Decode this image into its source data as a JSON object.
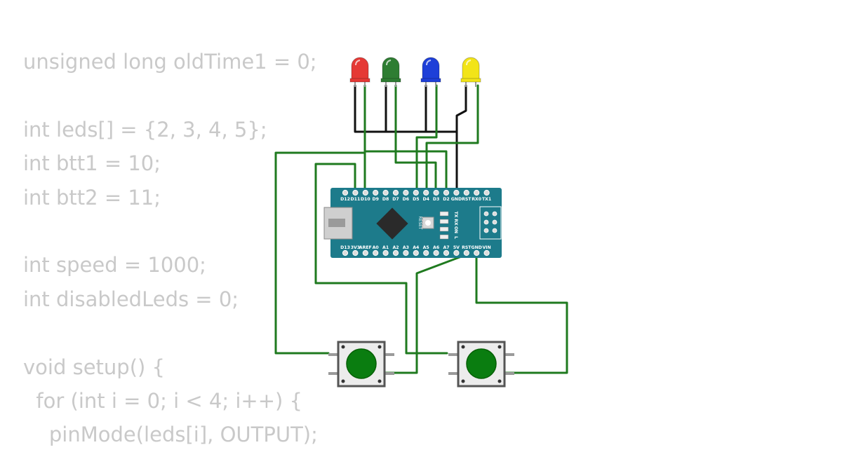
{
  "code_lines": [
    "unsigned long oldTime1 = 0;",
    "",
    "int leds[] = {2, 3, 4, 5};",
    "int btt1 = 10;",
    "int btt2 = 11;",
    "",
    "int speed = 1000;",
    "int disabledLeds = 0;",
    "",
    "void setup() {",
    "  for (int i = 0; i < 4; i++) {",
    "    pinMode(leds[i], OUTPUT);"
  ],
  "board": {
    "top_pins": [
      "D12",
      "D11",
      "D10",
      "D9",
      "D8",
      "D7",
      "D6",
      "D5",
      "D4",
      "D3",
      "D2",
      "GND",
      "RST",
      "RX0",
      "TX1"
    ],
    "bottom_pins": [
      "D13",
      "3V3",
      "AREF",
      "A0",
      "A1",
      "A2",
      "A3",
      "A4",
      "A5",
      "A6",
      "A7",
      "5V",
      "RST",
      "GND",
      "VIN"
    ],
    "reset_label": "RESET",
    "led_labels": [
      "TX",
      "RX",
      "ON",
      "L"
    ]
  },
  "leds": [
    {
      "color": "red",
      "fill": "#e53935"
    },
    {
      "color": "green",
      "fill": "#2e7d32"
    },
    {
      "color": "blue",
      "fill": "#1e3fd8"
    },
    {
      "color": "yellow",
      "fill": "#f2e418"
    }
  ],
  "buttons": [
    {
      "name": "pushbutton-1",
      "cap_color": "#0a7d10"
    },
    {
      "name": "pushbutton-2",
      "cap_color": "#0a7d10"
    }
  ],
  "wire_colors": {
    "signal": "#1f7a1f",
    "ground": "#111111"
  }
}
